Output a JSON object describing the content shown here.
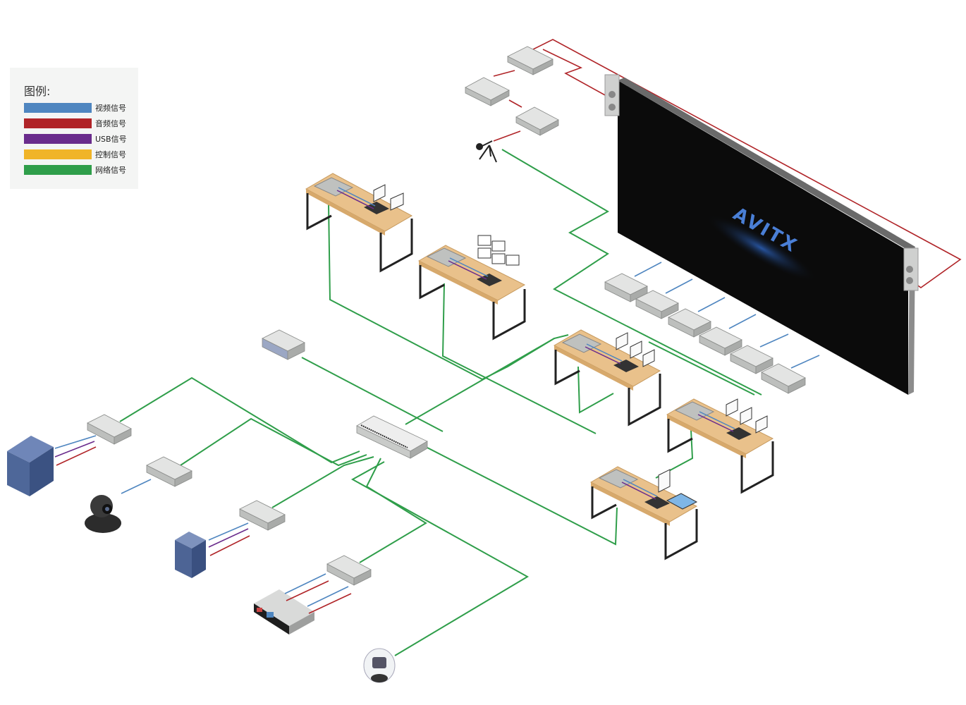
{
  "legend": {
    "title": "图例:",
    "items": [
      {
        "label": "视频信号",
        "color": "#4f86c0"
      },
      {
        "label": "音频信号",
        "color": "#b02428"
      },
      {
        "label": "USB信号",
        "color": "#6a2c8c"
      },
      {
        "label": "控制信号",
        "color": "#f0b428"
      },
      {
        "label": "网络信号",
        "color": "#2f9e4a"
      }
    ]
  },
  "colors": {
    "network": "#2f9e4a",
    "audio": "#b02428",
    "video": "#4f86c0",
    "usb": "#6a2c8c",
    "screen": "#0b0b0b",
    "desk_top": "#e9c18b",
    "device": "#d6d8d6"
  },
  "labels": {
    "brand": "AVITX"
  }
}
